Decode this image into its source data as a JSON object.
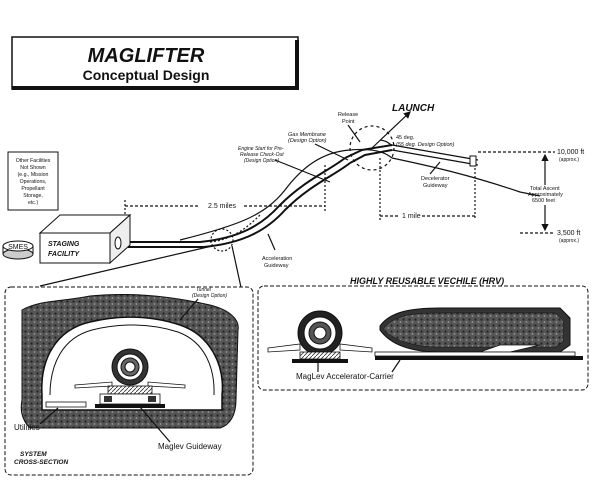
{
  "title": {
    "main": "MAGLIFTER",
    "subtitle": "Conceptual Design"
  },
  "overview": {
    "launch": "LAUNCH",
    "release_point": [
      "Release",
      "Point"
    ],
    "gas_membrane": [
      "Gas Membrane",
      "(Design Option)"
    ],
    "engine_start": [
      "Engine Start for Pre-",
      "Release Check-Out",
      "(Design Option)"
    ],
    "angle_label": [
      "45 deg.",
      "(55 deg. Design Option)"
    ],
    "decelerator_guideway": [
      "Decelerator",
      "Guideway"
    ],
    "altitude_top": [
      "10,000 ft",
      "(approx.)"
    ],
    "altitude_bottom": [
      "3,500 ft",
      "(approx.)"
    ],
    "total_ascent": [
      "Total Ascent",
      "Approximately",
      "6500 feet"
    ],
    "distance_long": "2.5 miles",
    "distance_short": "1 mile",
    "acceleration_guideway": [
      "Acceleration",
      "Guideway"
    ],
    "other_facilities": [
      "Other Facilities",
      "Not Shown",
      "(e.g., Mission",
      "Operations,",
      "Propellant",
      "Storage,",
      "etc.)"
    ],
    "smes": "SMES",
    "staging_facility": [
      "STAGING",
      "FACILITY"
    ]
  },
  "cross_section": {
    "tunnel": [
      "Tunnel",
      "(Design Option)"
    ],
    "utilities": "Utilities",
    "maglev_guideway": "Maglev Guideway",
    "caption": [
      "SYSTEM",
      "CROSS-SECTION"
    ]
  },
  "vehicle": {
    "title": "HIGHLY REUSABLE VECHILE (HRV)",
    "carrier_label": "MagLev Accelerator-Carrier"
  }
}
